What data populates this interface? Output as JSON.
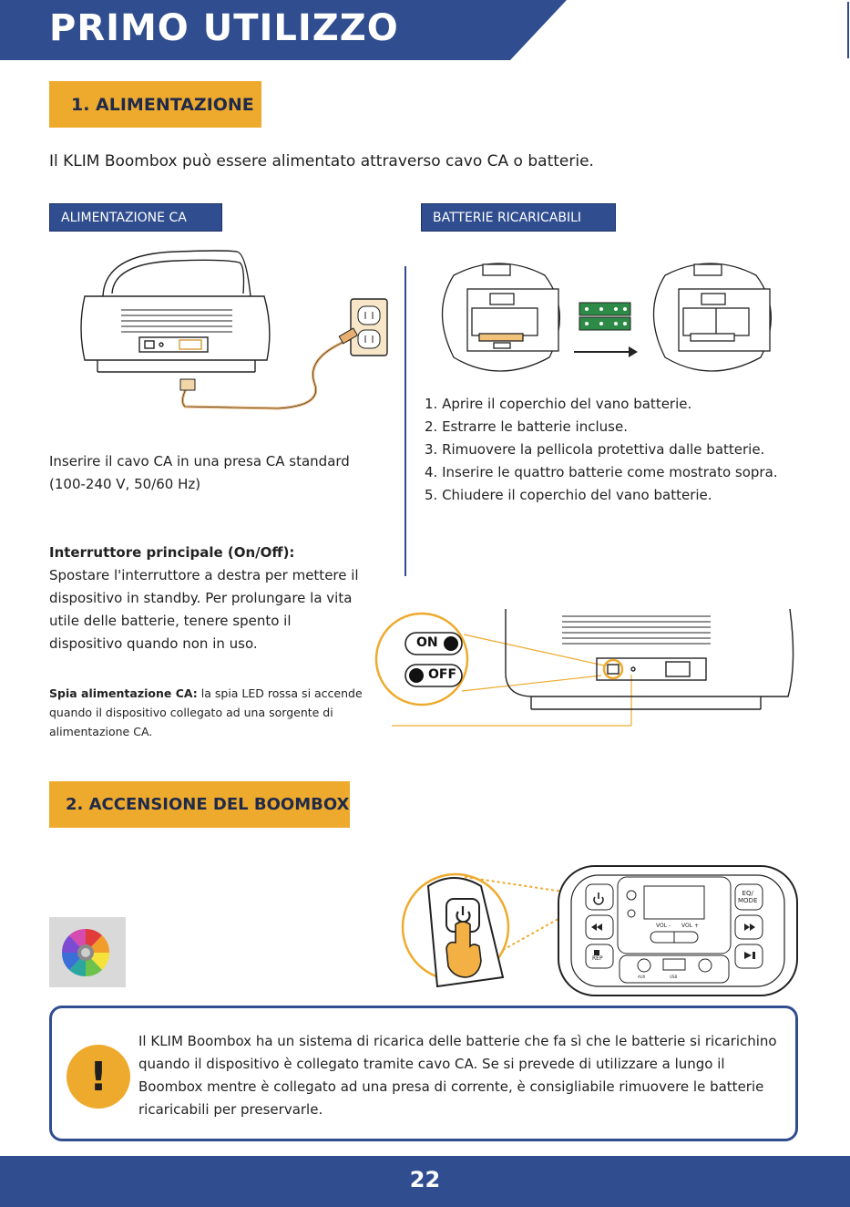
{
  "header": {
    "title": "PRIMO UTILIZZO"
  },
  "section1": {
    "badge": "1. ALIMENTAZIONE",
    "intro": "Il KLIM Boombox può essere alimentato attraverso cavo CA o batterie.",
    "ac": {
      "badge": "ALIMENTAZIONE CA",
      "text": "Inserire il cavo CA in una presa CA standard (100-240 V, 50/60 Hz)"
    },
    "battery": {
      "badge": "BATTERIE RICARICABILI",
      "steps": [
        "1. Aprire il coperchio del vano batterie.",
        "2. Estrarre le batterie incluse.",
        "3. Rimuovere la pellicola protettiva dalle batterie.",
        "4. Inserire le quattro batterie come mostrato sopra.",
        "5. Chiudere il coperchio del vano batterie."
      ]
    },
    "switch": {
      "title": "Interruttore principale (On/Off):",
      "text": "Spostare l'interruttore a destra per mettere il dispositivo in standby. Per prolungare la vita utile delle batterie, tenere spento il dispositivo quando non in uso.",
      "led_title": "Spia alimentazione CA:",
      "led_text": " la spia LED rossa si accende quando il dispositivo collegato ad una sorgente di alimentazione CA.",
      "on_label": "ON",
      "off_label": "OFF"
    }
  },
  "section2": {
    "badge": "2. ACCENSIONE DEL BOOMBOX",
    "panel_labels": {
      "eq_mode": "EQ/\nMODE",
      "vol_minus": "VOL -",
      "vol_plus": "VOL +",
      "rep": "REP",
      "usb": "USB",
      "aux": "AUX"
    }
  },
  "note": {
    "icon": "!",
    "text": "Il KLIM Boombox ha un sistema di ricarica delle batterie che fa sì che le batterie si ricarichino quando il dispositivo è collegato tramite cavo CA. Se si prevede di utilizzare a lungo il Boombox mentre è collegato ad una presa di corrente, è consigliabile rimuovere le batterie ricaricabili per preservarle."
  },
  "footer": {
    "page": "22"
  },
  "colors": {
    "blue": "#2f4d8f",
    "orange": "#eeaa2d"
  }
}
